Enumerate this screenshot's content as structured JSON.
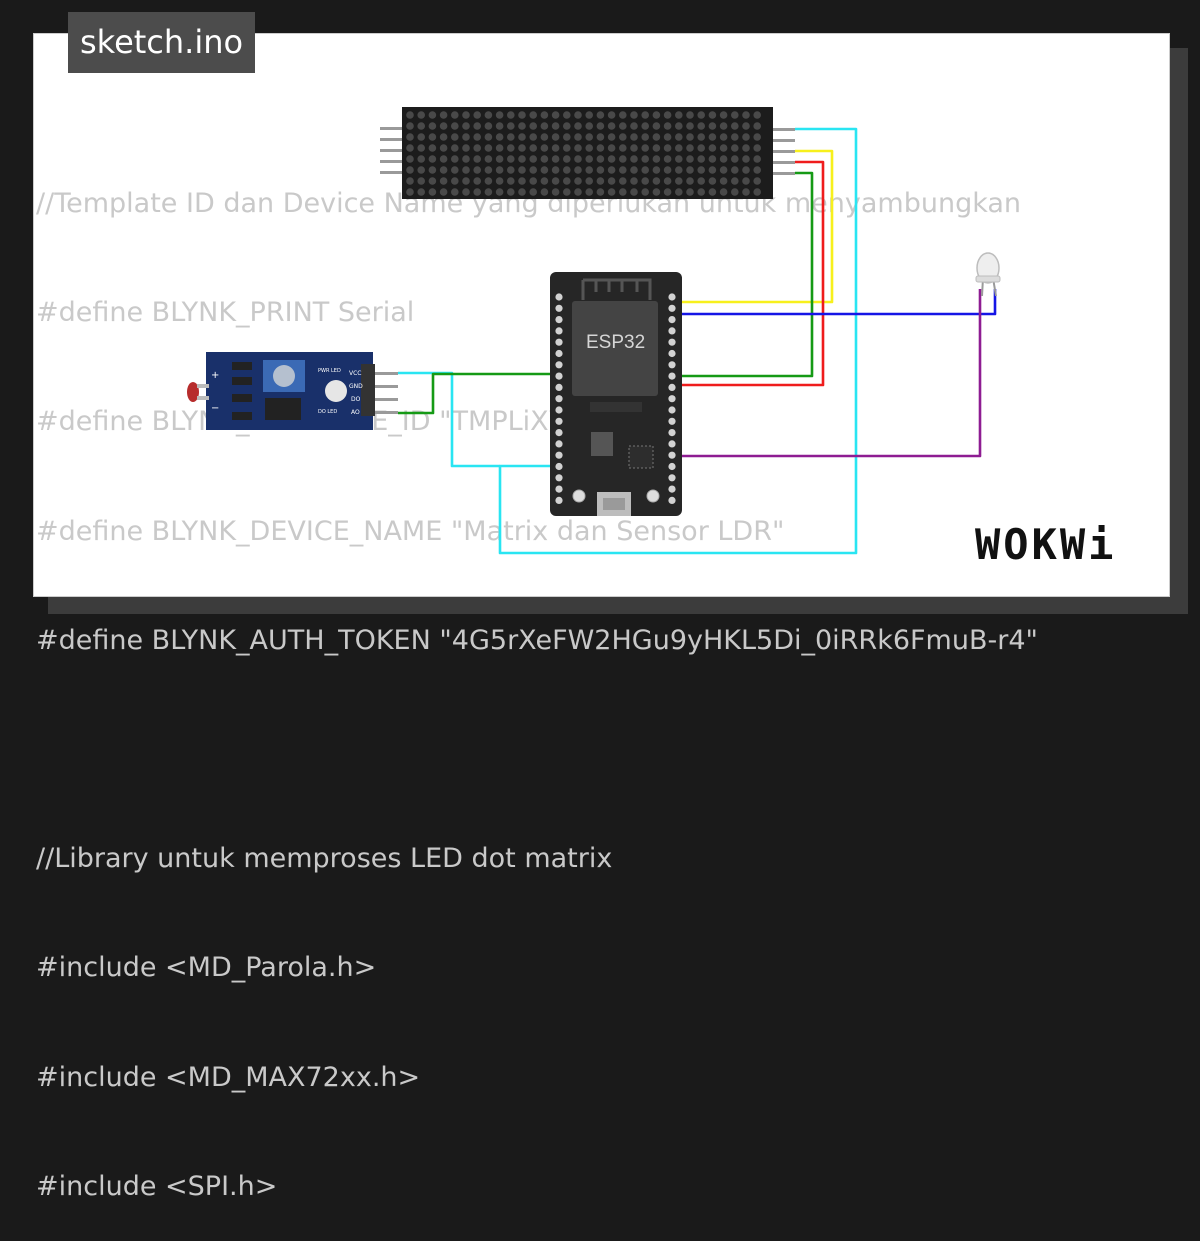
{
  "window": {
    "title": "sketch.ino",
    "logo": "WOKWi"
  },
  "code_lines": [
    "//Template ID dan Device Name yang diperlukan untuk menyambungkan",
    "#define BLYNK_PRINT Serial",
    "#define BLYNK_TEMPLATE_ID \"TMPLiXW6tcIB\"",
    "#define BLYNK_DEVICE_NAME \"Matrix dan Sensor LDR\"",
    "#define BLYNK_AUTH_TOKEN \"4G5rXeFW2HGu9yHKL5Di_0iRRk6FmuB-r4\"",
    "",
    "//Library untuk memproses LED dot matrix",
    "#include <MD_Parola.h>",
    "#include <MD_MAX72xx.h>",
    "#include <SPI.h>"
  ],
  "components": {
    "mcu_label": "ESP32",
    "ldr_labels": [
      "VCC",
      "GND",
      "DO",
      "AO"
    ],
    "ldr_led_labels": [
      "PWR LED",
      "DO LED"
    ],
    "ldr_signs": [
      "+",
      "−"
    ]
  },
  "wire_colors": {
    "cyan": "#29e5f2",
    "yellow": "#f7f01c",
    "red": "#ef1c1c",
    "green": "#159a15",
    "blue": "#1515e6",
    "purple": "#8e1c92"
  }
}
